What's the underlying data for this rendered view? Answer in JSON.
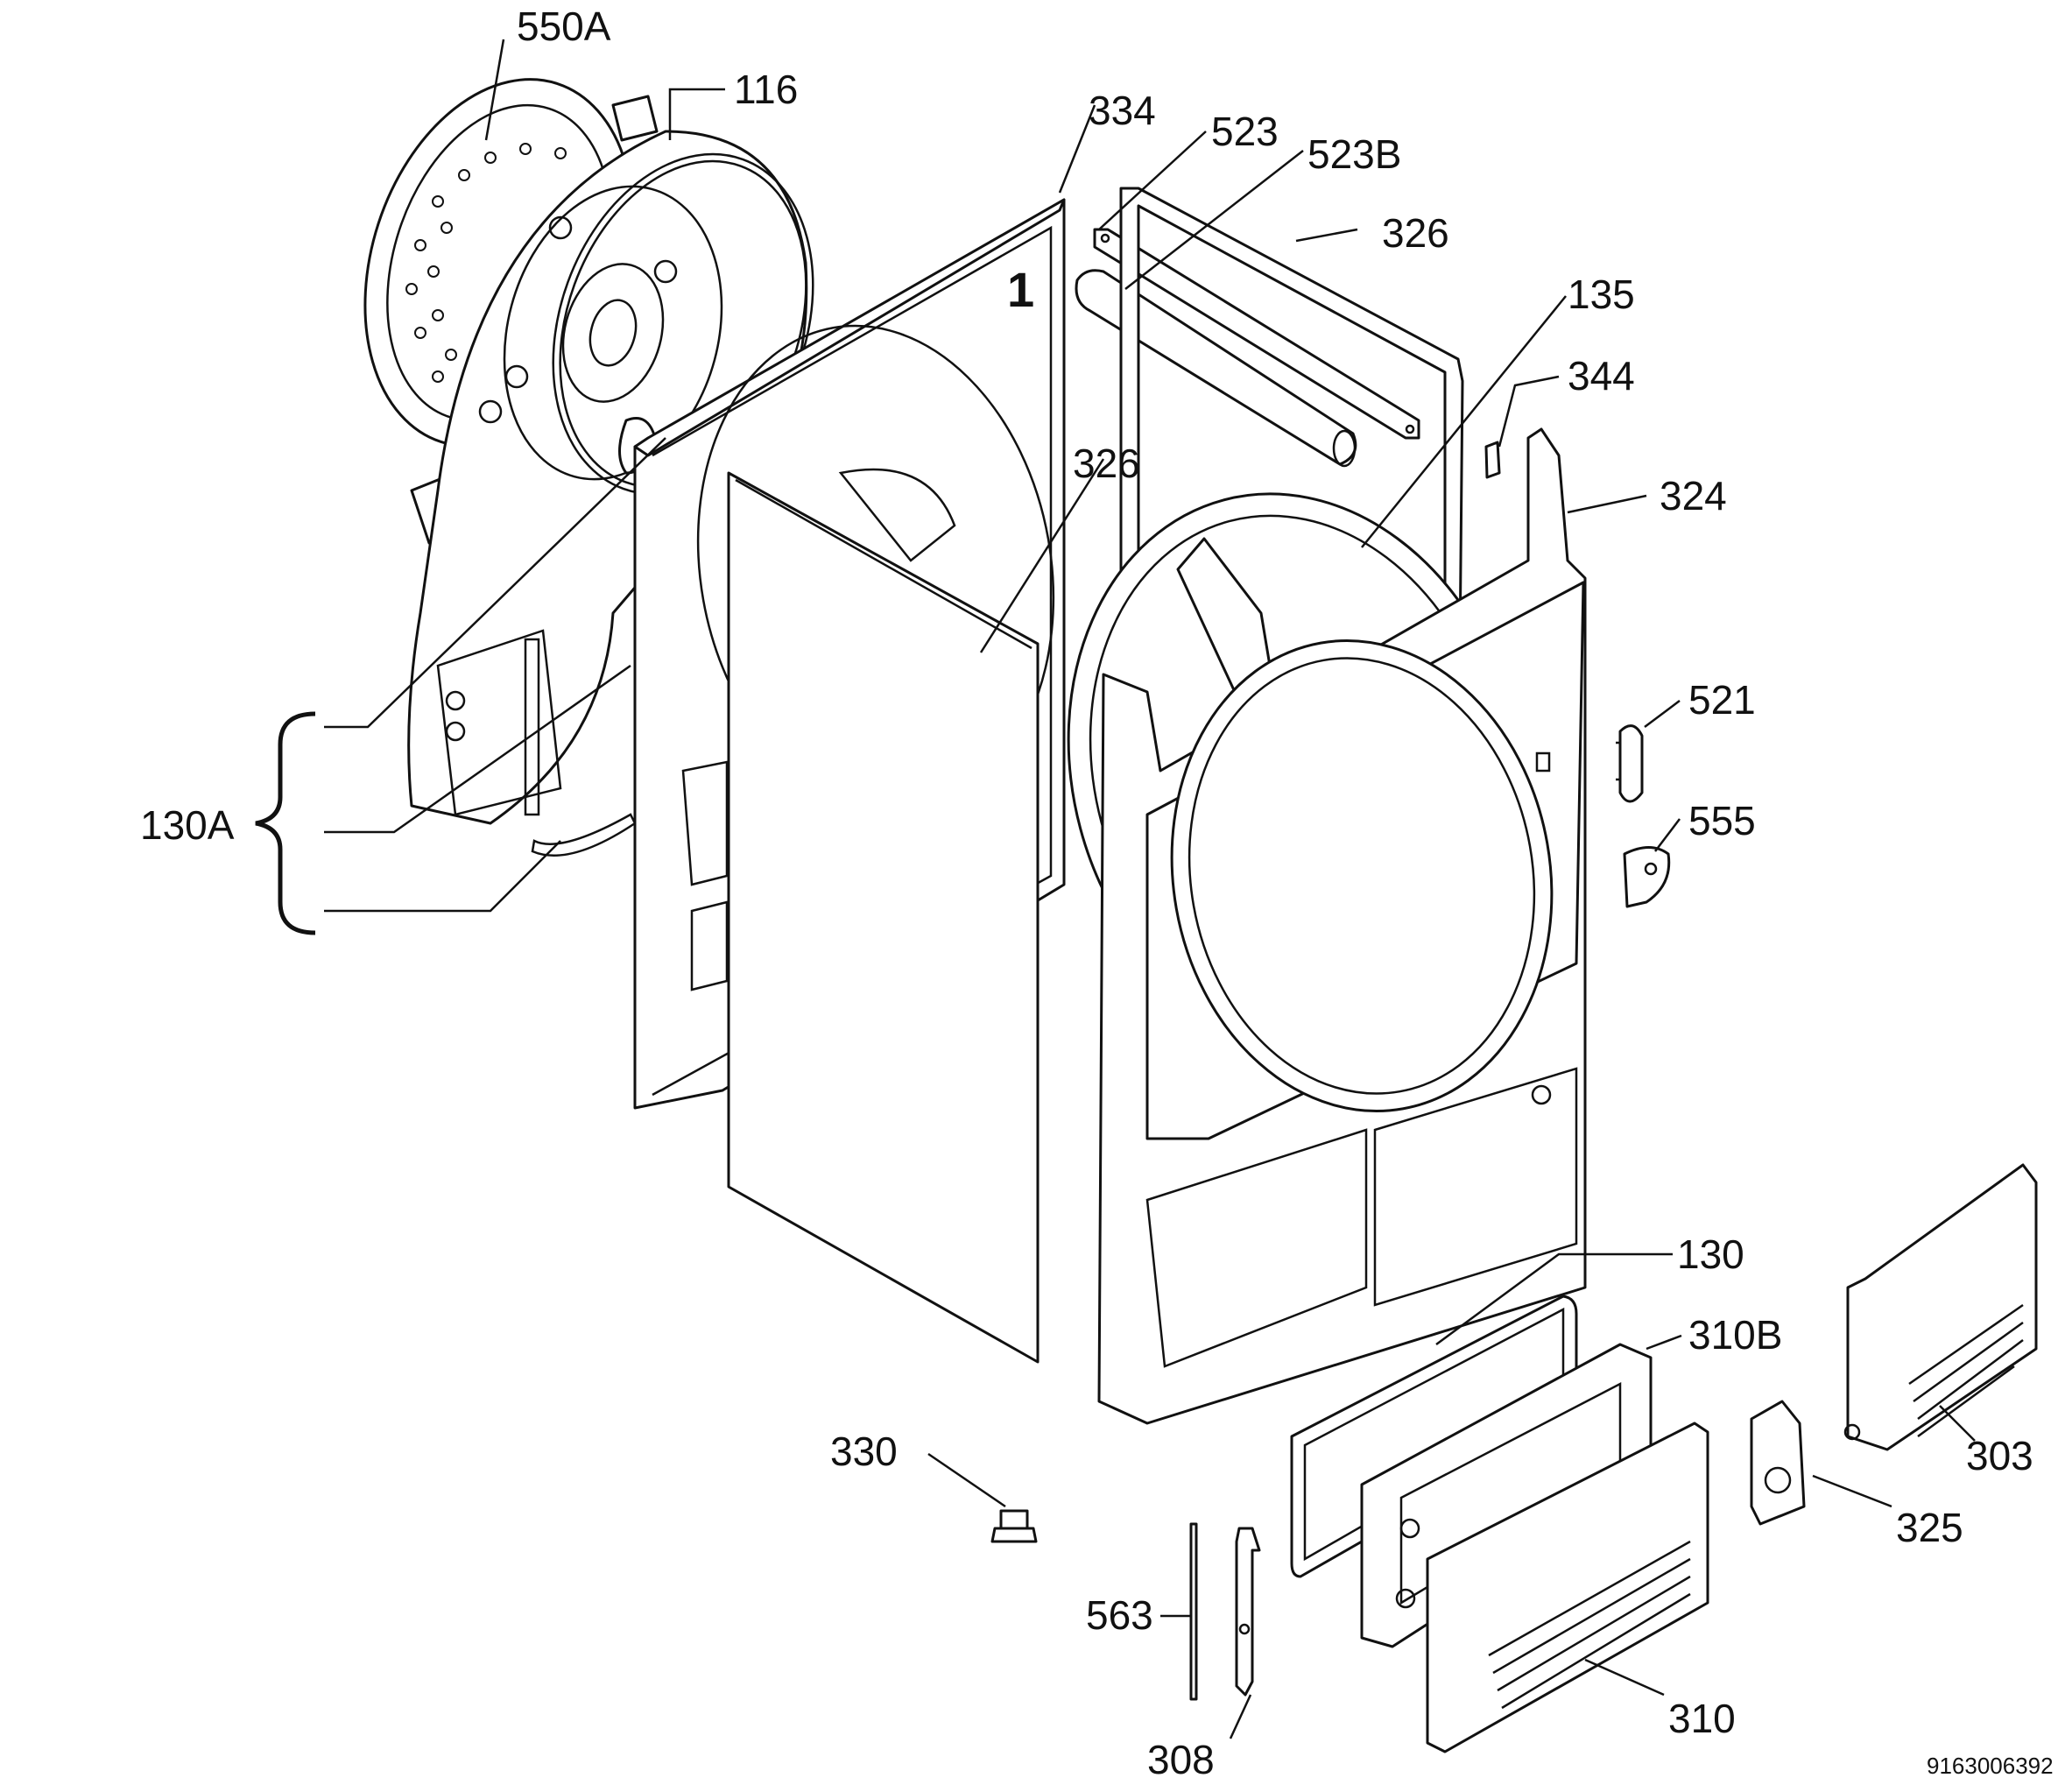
{
  "callouts": {
    "p550A": "550A",
    "p116": "116",
    "p334": "334",
    "p523": "523",
    "p523B": "523B",
    "p326_top": "326",
    "p135": "135",
    "p344": "344",
    "p326_mid": "326",
    "p324": "324",
    "p521": "521",
    "p555": "555",
    "p130A": "130A",
    "p130": "130",
    "p310B": "310B",
    "p303": "303",
    "p330": "330",
    "p325": "325",
    "p563": "563",
    "p310": "310",
    "p308": "308"
  },
  "document_number": "9163006392"
}
